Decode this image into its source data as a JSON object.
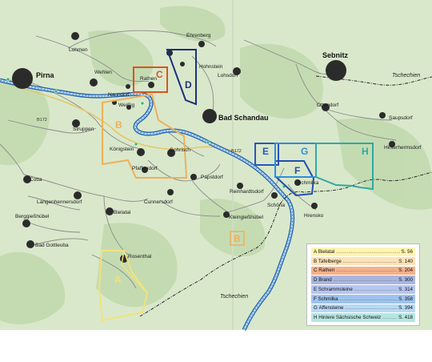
{
  "map": {
    "places": [
      {
        "name": "Pirna",
        "big": true
      },
      {
        "name": "Sebnitz",
        "big": true
      },
      {
        "name": "Bad Schandau",
        "big": true
      },
      {
        "name": "Lohmen"
      },
      {
        "name": "Ehrenberg"
      },
      {
        "name": "Hohnstein"
      },
      {
        "name": "Lohsdorf"
      },
      {
        "name": "Wehlen"
      },
      {
        "name": "Rathen"
      },
      {
        "name": "Naundorf"
      },
      {
        "name": "Weißig"
      },
      {
        "name": "Struppen"
      },
      {
        "name": "Königstein"
      },
      {
        "name": "Gohrisch"
      },
      {
        "name": "Pfaffendorf"
      },
      {
        "name": "Papstdorf"
      },
      {
        "name": "Cunnersdorf"
      },
      {
        "name": "Ottendorf"
      },
      {
        "name": "Saupsdorf"
      },
      {
        "name": "Hinterhermsdorf"
      },
      {
        "name": "Schmilka"
      },
      {
        "name": "Reinhardtsdorf"
      },
      {
        "name": "Schöna"
      },
      {
        "name": "Hrensko"
      },
      {
        "name": "Kleingießhübel"
      },
      {
        "name": "Cotta"
      },
      {
        "name": "Langenhennersdorf"
      },
      {
        "name": "Bielatal"
      },
      {
        "name": "Berggießhübel"
      },
      {
        "name": "Bad Gottleuba"
      },
      {
        "name": "Rosenthal"
      }
    ],
    "country_labels": [
      "Tschechien",
      "Tschechien"
    ],
    "road_number": "B172",
    "area_letters": [
      "A",
      "B",
      "C",
      "D",
      "E",
      "F",
      "G",
      "H",
      "B"
    ]
  },
  "legend": {
    "items": [
      {
        "letter": "A",
        "name": "Bielatal",
        "page": "S. 56",
        "color": "#fff4b0"
      },
      {
        "letter": "B",
        "name": "Tafelberge",
        "page": "S. 140",
        "color": "#fde2b8"
      },
      {
        "letter": "C",
        "name": "Rathen",
        "page": "S. 204",
        "color": "#f6b089"
      },
      {
        "letter": "D",
        "name": "Brand",
        "page": "S. 300",
        "color": "#a8b6e0"
      },
      {
        "letter": "E",
        "name": "Schrammsteine",
        "page": "S. 314",
        "color": "#b6c6ef"
      },
      {
        "letter": "F",
        "name": "Schmilka",
        "page": "S. 358",
        "color": "#9ec2ee"
      },
      {
        "letter": "G",
        "name": "Affensteine",
        "page": "S. 394",
        "color": "#b6daf6"
      },
      {
        "letter": "H",
        "name": "Hintere Sächsische Schweiz",
        "page": "S. 418",
        "color": "#b6e6e2"
      }
    ]
  },
  "colors": {
    "land": "#d9e8cb",
    "forest": "#bcd6a9",
    "river": "#2d78c8",
    "area_a": "#f2e27a",
    "area_b": "#eeb05a",
    "area_c": "#d9541e",
    "area_d": "#1c2f7e",
    "area_e": "#2a55c0",
    "area_f": "#1f4fb0",
    "area_g": "#2e8fd6",
    "area_h": "#2fa9a3"
  }
}
